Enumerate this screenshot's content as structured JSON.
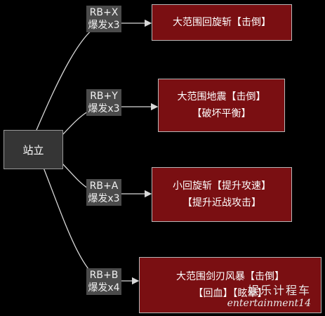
{
  "root": {
    "label": "站立"
  },
  "branches": [
    {
      "input": "RB+X",
      "burst": "爆发x3",
      "lines": [
        "大范围回旋斩【击倒】"
      ]
    },
    {
      "input": "RB+Y",
      "burst": "爆发x3",
      "lines": [
        "大范围地震【击倒】",
        "【破坏平衡】"
      ]
    },
    {
      "input": "RB+A",
      "burst": "爆发x3",
      "lines": [
        "小回旋斩【提升攻速】",
        "【提升近战攻击】"
      ]
    },
    {
      "input": "RB+B",
      "burst": "爆发x4",
      "lines": [
        "大范围剑刃风暴【击倒】",
        "【回血】【眩晕】"
      ]
    }
  ],
  "watermark": {
    "line1": "娱乐计程车",
    "line2": "entertainment14"
  },
  "colors": {
    "background": "#000000",
    "node_fill": "#7a0f12",
    "root_fill": "#353535",
    "label_fill": "#4b4b4b",
    "edge": "#d8d8d8"
  }
}
